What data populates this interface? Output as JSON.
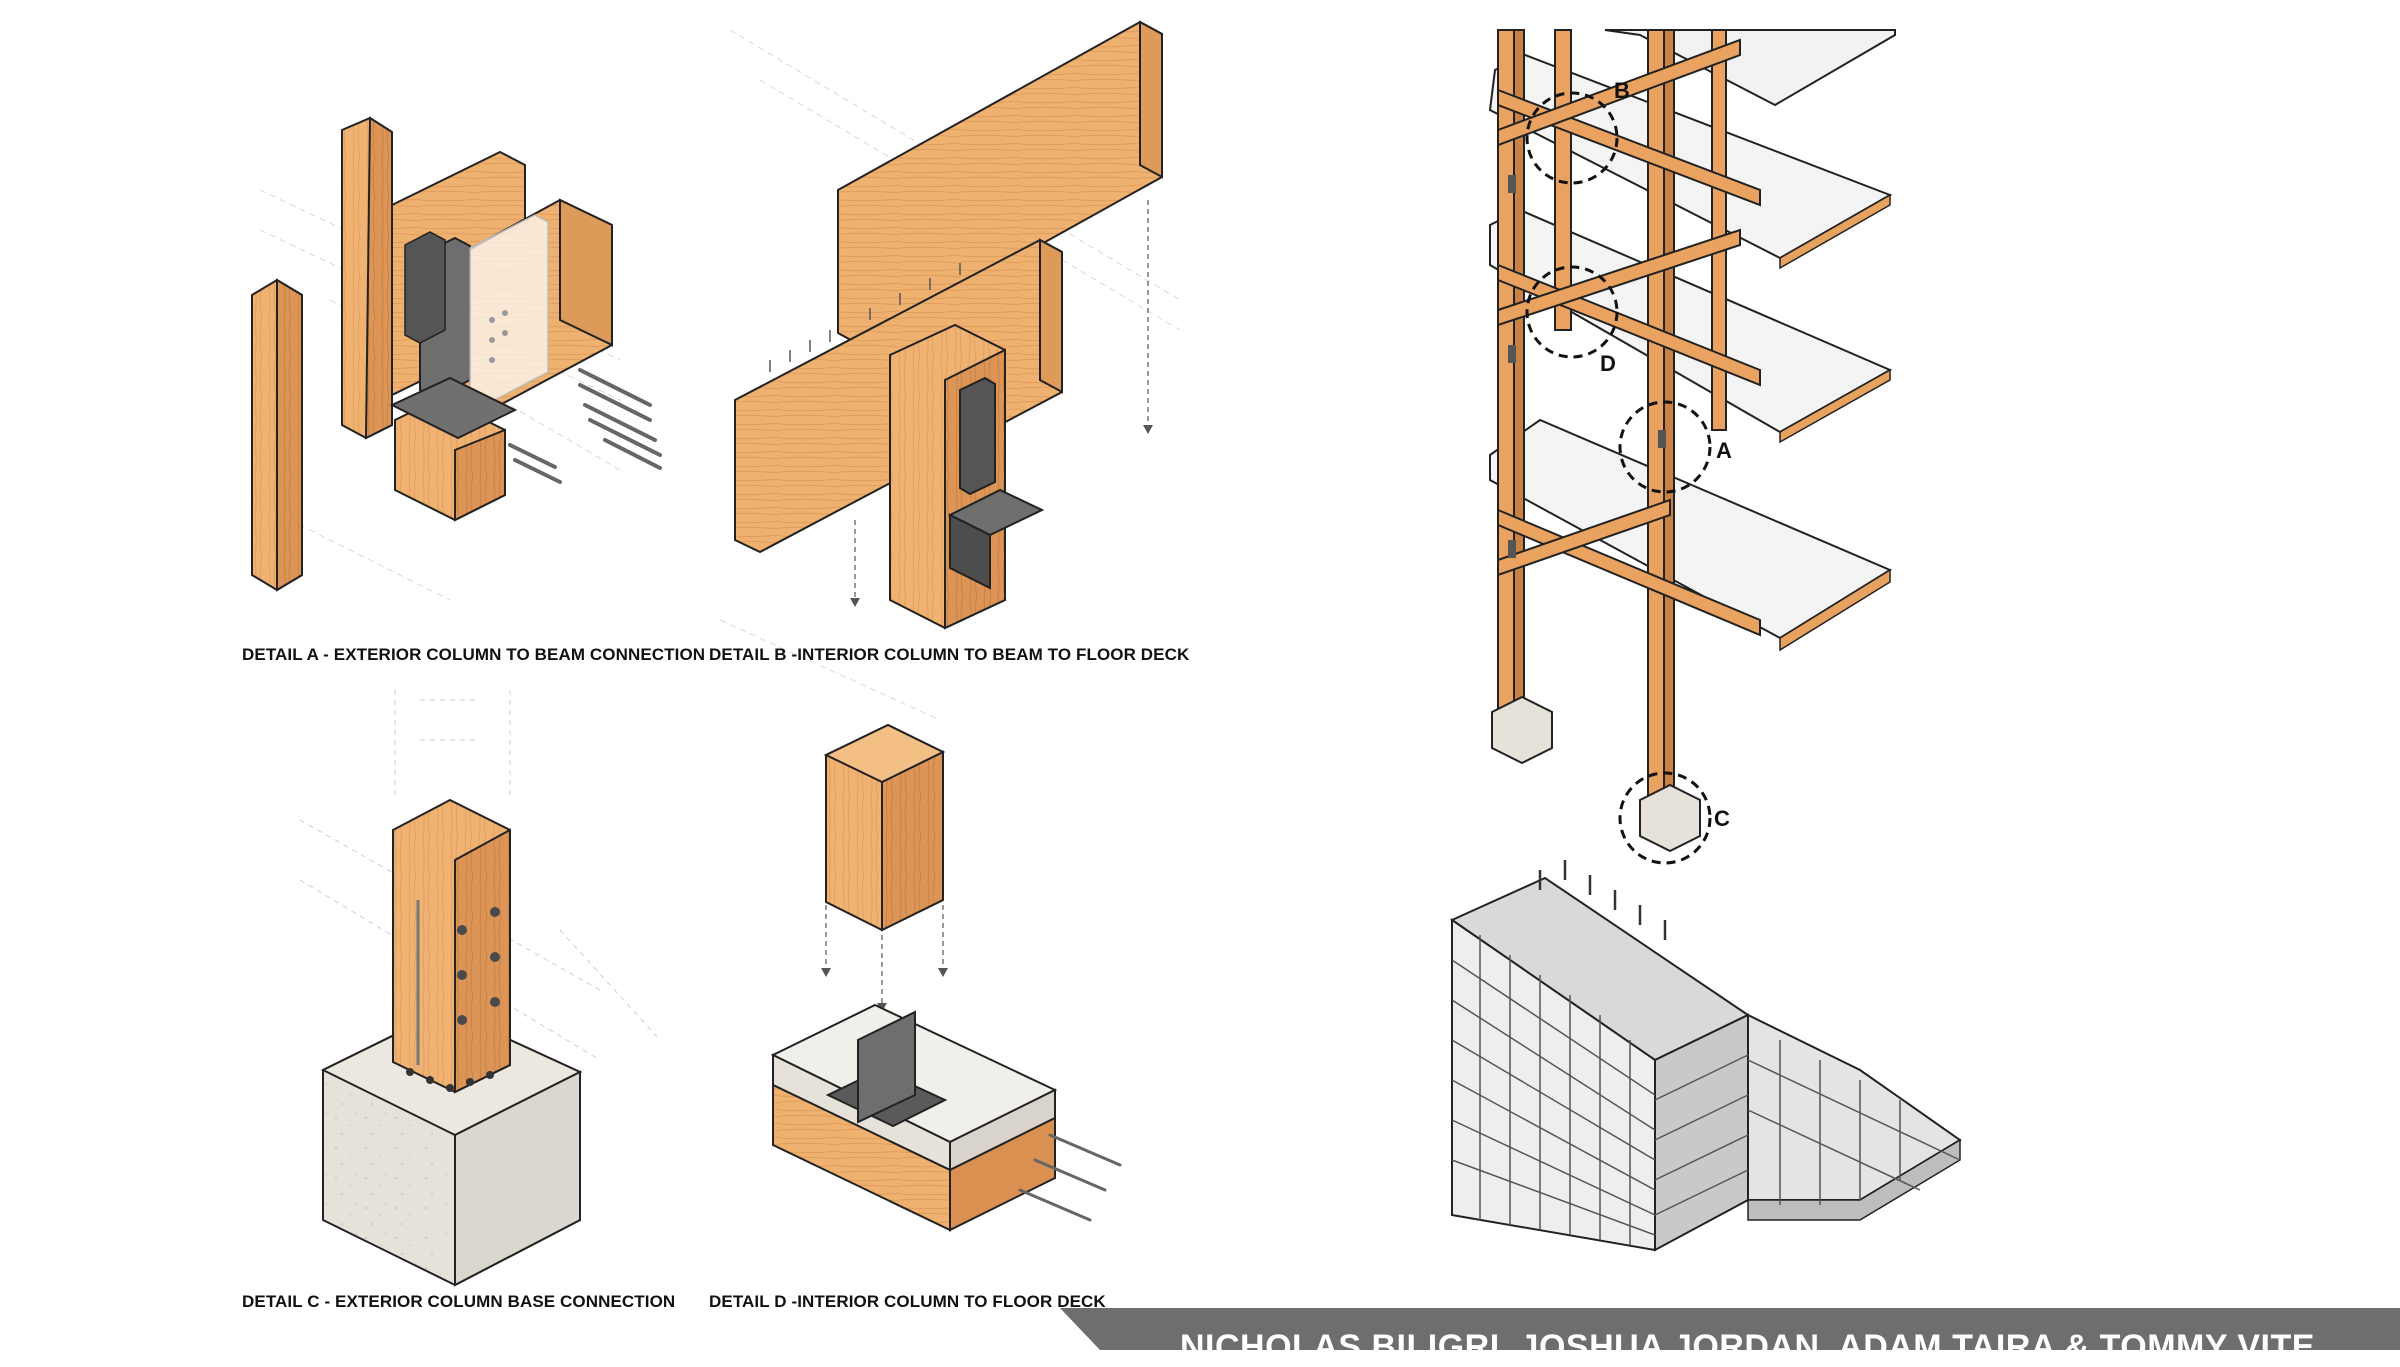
{
  "captions": {
    "detail_a": "DETAIL A - EXTERIOR COLUMN TO BEAM CONNECTION",
    "detail_b": "DETAIL B -INTERIOR COLUMN TO BEAM TO FLOOR DECK",
    "detail_c": "DETAIL C - EXTERIOR COLUMN BASE CONNECTION",
    "detail_d": "DETAIL D -INTERIOR COLUMN TO FLOOR DECK"
  },
  "callouts": {
    "a": "A",
    "b": "B",
    "c": "C",
    "d": "D"
  },
  "credits": "NICHOLAS BILIGRI, JOSHUA JORDAN, ADAM TAIRA & TOMMY VITE",
  "colors": {
    "wood_light": "#f2b877",
    "wood_mid": "#e7a260",
    "wood_dark": "#c98243",
    "steel": "#6b6b6b",
    "steel_dark": "#4a4a4a",
    "concrete": "#e4e0d8",
    "banner": "#6e6e6e"
  }
}
